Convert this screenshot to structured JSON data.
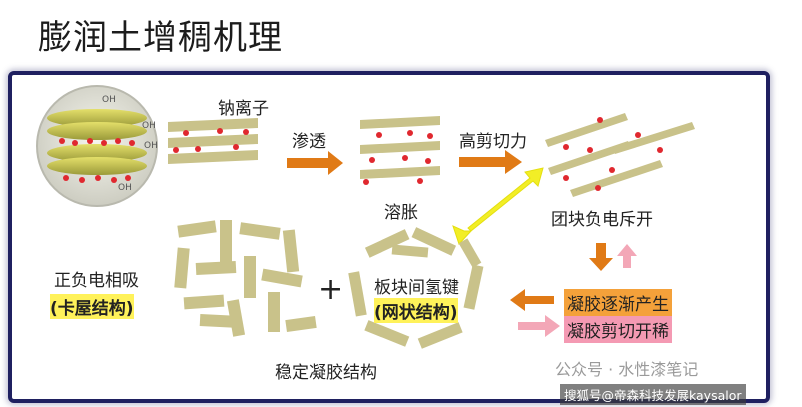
{
  "title": "膨润土增稠机理",
  "labels": {
    "sodium_ions": "钠离子",
    "osmosis": "渗透",
    "swelling": "溶胀",
    "high_shear": "高剪切力",
    "dispersion": "团块负电斥开",
    "attraction": "正负电相吸",
    "house_of_cards": "(卡屋结构)",
    "hydrogen_bond": "板块间氢键",
    "network": "(网状结构)",
    "stable_gel": "稳定凝胶结构",
    "gel_forms": "凝胶逐渐产生",
    "shear_thinning": "凝胶剪切开稀",
    "plus": "+"
  },
  "crystal_symbols": {
    "oh_top": "OH",
    "oh_right": "OH",
    "oh_right2": "OH",
    "oh_bottom": "OH"
  },
  "watermark": "公众号 · 水性漆笔记",
  "credit": "搜狐号@帝森科技发展kaysalor",
  "colors": {
    "frame": "#1f2060",
    "platelet": "#c9c28a",
    "ion": "#e0282f",
    "orange_arrow": "#e07a16",
    "pink_arrow": "#f3a7b7",
    "yellow_arrow": "#f2ee26",
    "highlight": "#fff25a"
  }
}
